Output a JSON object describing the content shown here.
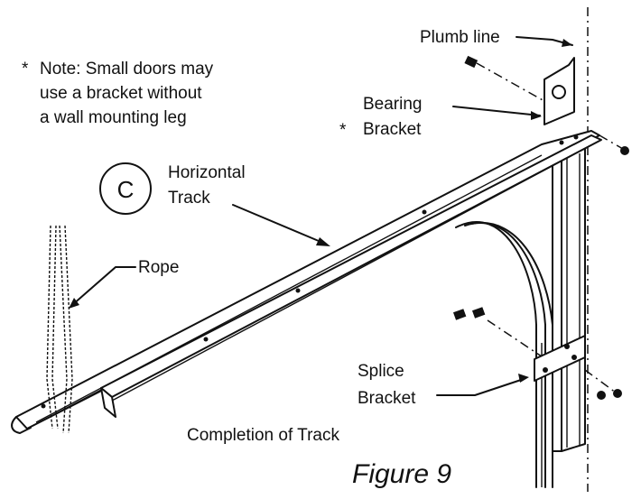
{
  "labels": {
    "plumb_line": "Plumb line",
    "note_asterisk": "*",
    "note_line1": "Note:  Small doors may",
    "note_line2": "use a bracket without",
    "note_line3": "a wall mounting leg",
    "bearing_line1": "Bearing",
    "bearing_asterisk": "*",
    "bearing_line2": "Bracket",
    "circle_letter": "C",
    "horizontal_line1": "Horizontal",
    "horizontal_line2": "Track",
    "rope": "Rope",
    "splice_line1": "Splice",
    "splice_line2": "Bracket",
    "completion": "Completion of Track",
    "figure": "Figure 9"
  }
}
